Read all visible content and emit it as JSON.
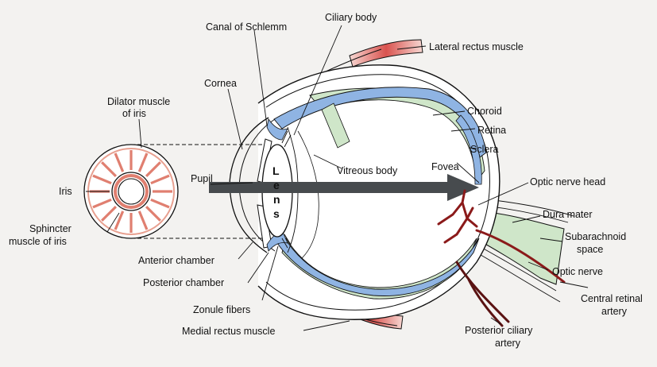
{
  "labels": {
    "ciliary_body": "Ciliary body",
    "canal_of_schlemm": "Canal of Schlemm",
    "lateral_rectus": "Lateral rectus muscle",
    "cornea": "Cornea",
    "dilator_1": "Dilator muscle",
    "dilator_2": "of iris",
    "choroid": "Choroid",
    "retina": "Retina",
    "sclera": "Sclera",
    "pupil": "Pupil",
    "lens_letters": [
      "L",
      "e",
      "n",
      "s"
    ],
    "vitreous_body": "Vitreous body",
    "fovea": "Fovea",
    "optic_nerve_head": "Optic nerve head",
    "iris": "Iris",
    "dura_mater": "Dura mater",
    "subarachnoid_1": "Subarachnoid",
    "subarachnoid_2": "space",
    "sphincter_1": "Sphincter",
    "sphincter_2": "muscle of iris",
    "anterior_chamber": "Anterior chamber",
    "optic_nerve": "Optic nerve",
    "posterior_chamber": "Posterior chamber",
    "central_retinal_1": "Central retinal",
    "central_retinal_2": "artery",
    "zonule_fibers": "Zonule fibers",
    "medial_rectus": "Medial rectus muscle",
    "posterior_ciliary_1": "Posterior ciliary",
    "posterior_ciliary_2": "artery"
  },
  "colors": {
    "retina_blue": "#8fb4e3",
    "choroid_green": "#cfe6c9",
    "muscle_red": "#d9534f",
    "iris_pink": "#f0a090",
    "artery_red": "#8b1a1a",
    "optic_nerve_green": "#cfe6c9",
    "arrow_gray": "#474b4e",
    "line_black": "#111111"
  }
}
